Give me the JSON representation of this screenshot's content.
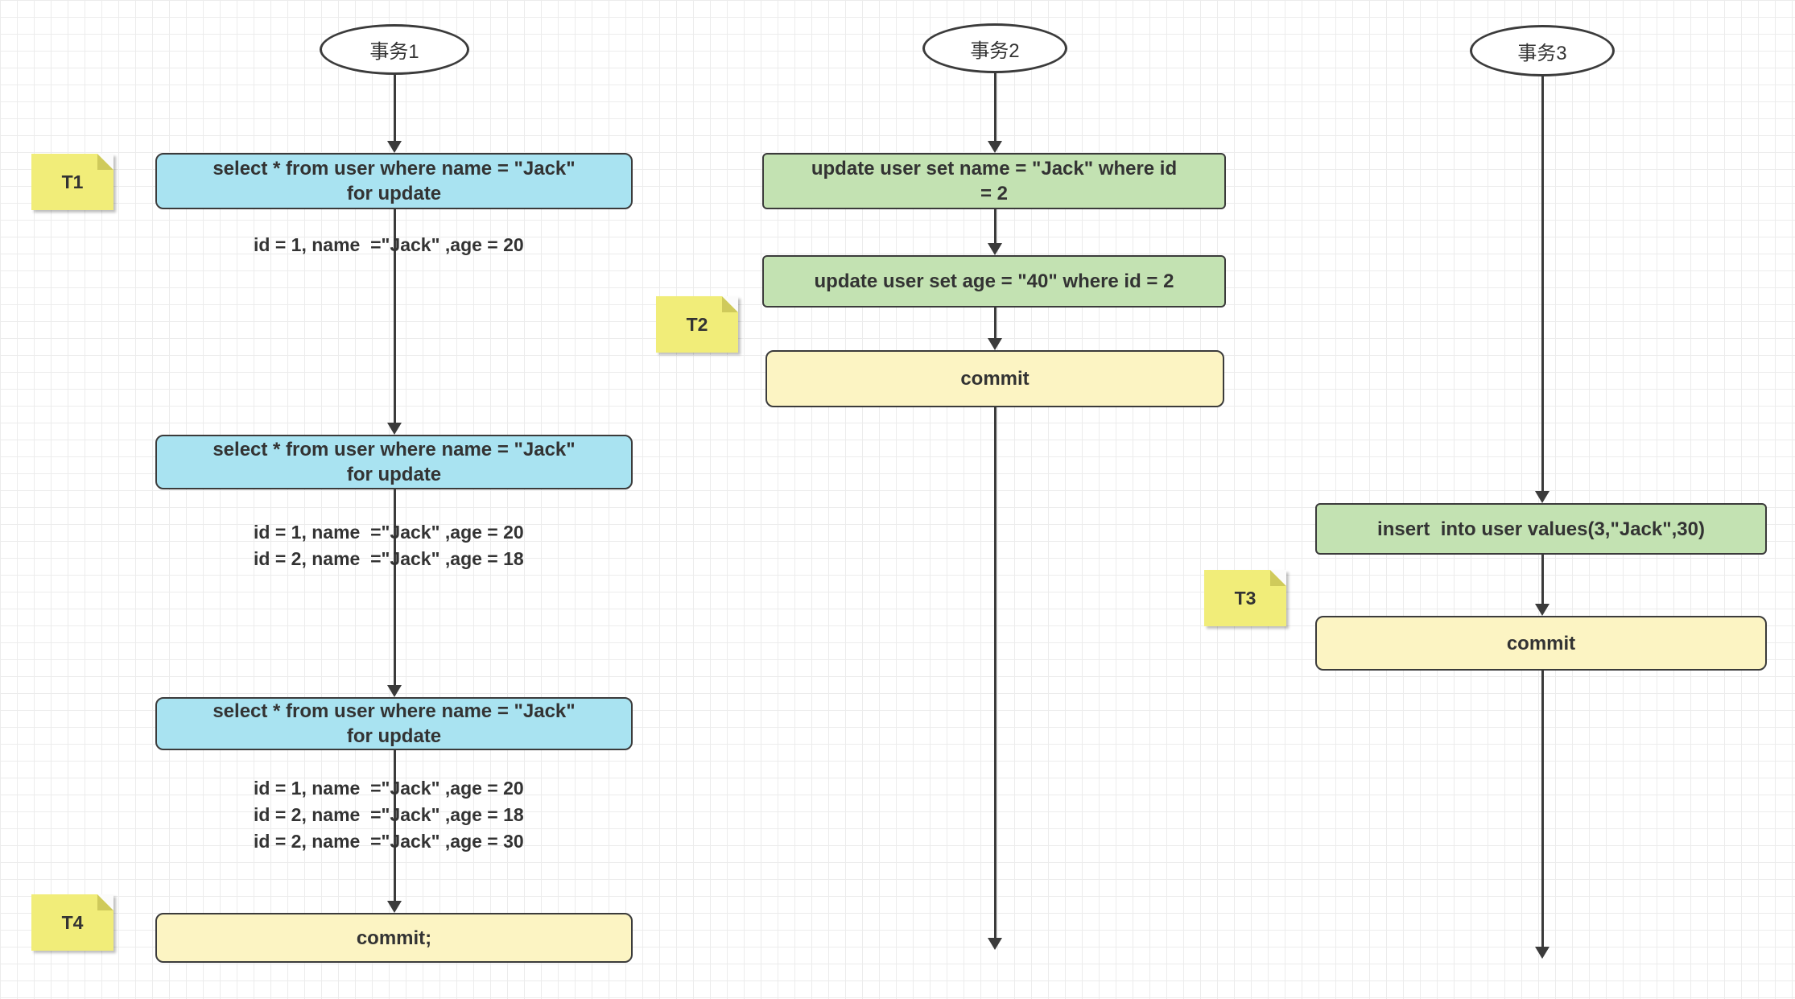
{
  "colors": {
    "select_fill": "#a9e3f1",
    "update_fill": "#c3e2b2",
    "commit_fill": "#fcf4c3",
    "note_fill": "#f1ed79",
    "note_fold": "#cfca5b",
    "stroke": "#3b3b3b",
    "text": "#333333"
  },
  "notes": {
    "t1": "T1",
    "t2": "T2",
    "t3": "T3",
    "t4": "T4"
  },
  "lane1": {
    "title": "事务1",
    "select1": "select * from user where name = \"Jack\"\nfor update",
    "result1": "id = 1, name  =\"Jack\" ,age = 20",
    "select2": "select * from user where name = \"Jack\"\nfor update",
    "result2": "id = 1, name  =\"Jack\" ,age = 20\nid = 2, name  =\"Jack\" ,age = 18",
    "select3": "select * from user where name = \"Jack\"\nfor update",
    "result3": "id = 1, name  =\"Jack\" ,age = 20\nid = 2, name  =\"Jack\" ,age = 18\nid = 2, name  =\"Jack\" ,age = 30",
    "commit": "commit;"
  },
  "lane2": {
    "title": "事务2",
    "update1": "update user set name = \"Jack\" where id\n= 2",
    "update2": "update user set age = \"40\" where id = 2",
    "commit": "commit"
  },
  "lane3": {
    "title": "事务3",
    "insert": "insert  into user values(3,\"Jack\",30)",
    "commit": "commit"
  }
}
